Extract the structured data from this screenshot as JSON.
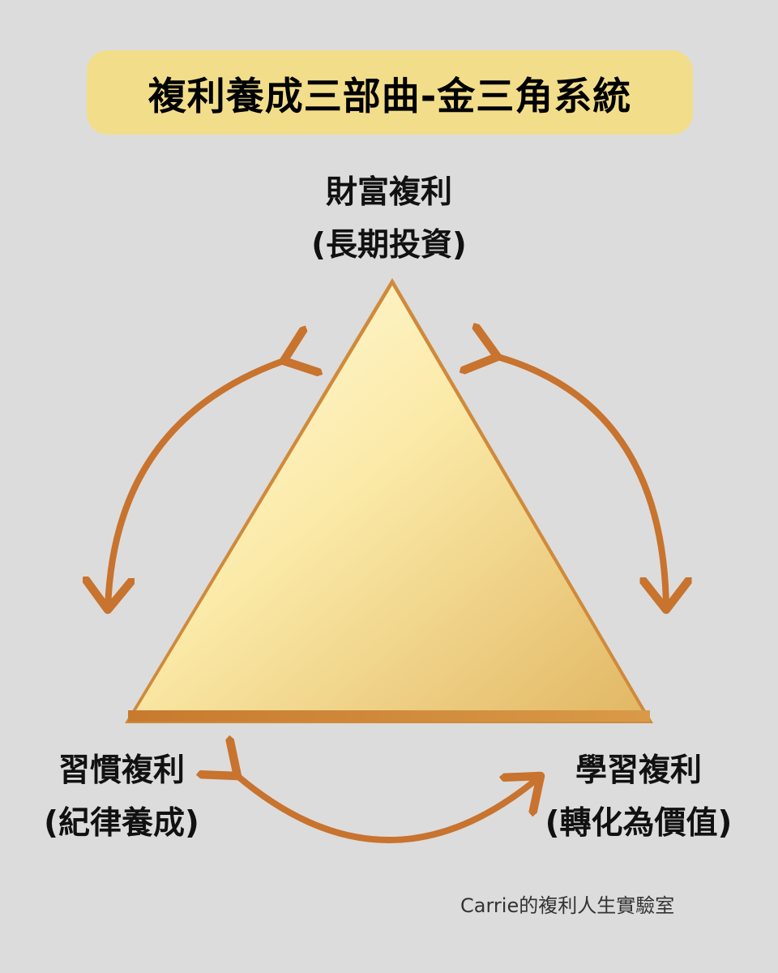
{
  "title": "複利養成三部曲-金三角系統",
  "nodes": {
    "top": {
      "line1": "財富複利",
      "line2": "(長期投資)"
    },
    "left": {
      "line1": "習慣複利",
      "line2": "(紀律養成)"
    },
    "right": {
      "line1": "學習複利",
      "line2": "(轉化為價值)"
    }
  },
  "footer": "Carrie的複利人生實驗室",
  "colors": {
    "background": "#dcdcdc",
    "title_bg": "#f2de8a",
    "arrow": "#c8732e",
    "gold": "#f3d58a"
  }
}
